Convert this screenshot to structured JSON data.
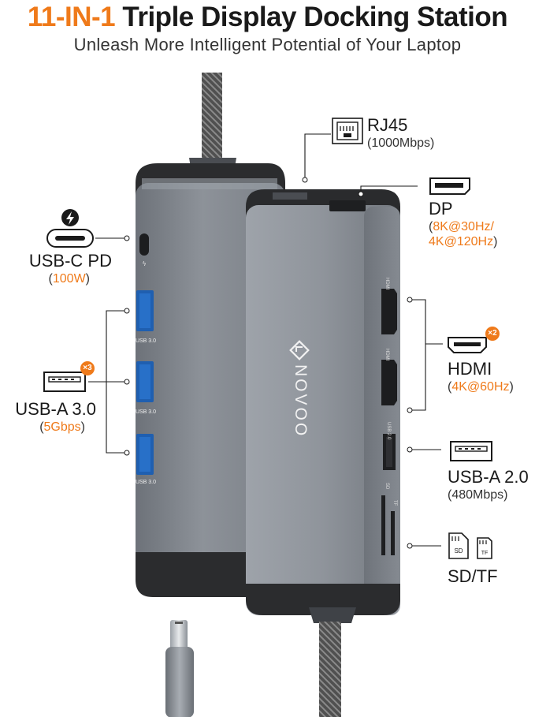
{
  "header": {
    "title_accent": "11-IN-1",
    "title_rest": "Triple Display Docking Station",
    "subtitle": "Unleash More Intelligent Potential of Your Laptop"
  },
  "brand": {
    "logo_text": "NOVOO"
  },
  "ports": {
    "rj45": {
      "name": "RJ45",
      "spec_open": "(",
      "spec": "1000Mbps",
      "spec_close": ")"
    },
    "dp": {
      "name": "DP",
      "spec_open": "(",
      "spec_line1": "8K@30Hz/",
      "spec_line2": "4K@120Hz",
      "spec_close": ")"
    },
    "usbc": {
      "name": "USB-C PD",
      "spec_open": "(",
      "spec": "100W",
      "spec_close": ")"
    },
    "hdmi": {
      "name": "HDMI",
      "badge": "×2",
      "spec_open": "(",
      "spec": "4K@60Hz",
      "spec_close": ")"
    },
    "usba3": {
      "name": "USB-A 3.0",
      "badge": "×3",
      "spec_open": "(",
      "spec": "5Gbps",
      "spec_close": ")"
    },
    "usba2": {
      "name": "USB-A 2.0",
      "spec_open": "(",
      "spec": "480Mbps",
      "spec_close": ")"
    },
    "sdtf": {
      "name": "SD/TF",
      "sd": "SD",
      "tf": "TF"
    }
  },
  "device_labels": {
    "usb3": "USB 3.0",
    "hdmi": "HDMI",
    "usb2": "USB 2.0",
    "sd": "SD",
    "tf": "TF"
  },
  "colors": {
    "accent": "#ef7a1a",
    "body": "#8e939a",
    "body_dark": "#5c6168",
    "cable": "#4a4a4a"
  }
}
